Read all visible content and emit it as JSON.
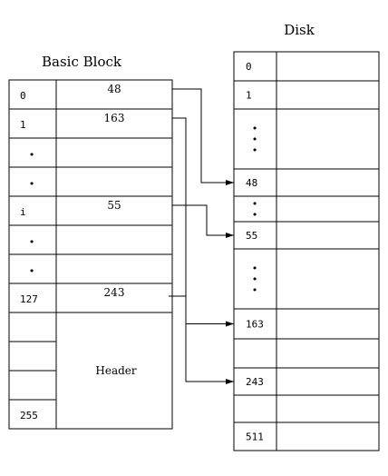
{
  "titles": {
    "basic_block": "Basic Block",
    "disk": "Disk"
  },
  "basic_block": {
    "rows": [
      {
        "index": "0",
        "value": "48"
      },
      {
        "index": "1",
        "value": "163"
      },
      {
        "index": "•",
        "value": ""
      },
      {
        "index": "•",
        "value": ""
      },
      {
        "index": "i",
        "value": "55"
      },
      {
        "index": "•",
        "value": ""
      },
      {
        "index": "•",
        "value": ""
      },
      {
        "index": "127",
        "value": "243"
      },
      {
        "index": "",
        "value": ""
      },
      {
        "index": "",
        "value": ""
      },
      {
        "index": "",
        "value": ""
      },
      {
        "index": "255",
        "value": ""
      }
    ],
    "header_label": "Header"
  },
  "disk": {
    "rows": [
      {
        "label": "0"
      },
      {
        "label": "1"
      },
      {
        "label": "•\n•\n•"
      },
      {
        "label": "48"
      },
      {
        "label": "•\n•"
      },
      {
        "label": "55"
      },
      {
        "label": "•\n•\n•"
      },
      {
        "label": "163"
      },
      {
        "label": ""
      },
      {
        "label": "243"
      },
      {
        "label": ""
      },
      {
        "label": "511"
      }
    ]
  },
  "pointers": [
    {
      "from_row": 0,
      "to_row": 3
    },
    {
      "from_row": 1,
      "to_row": 7
    },
    {
      "from_row": 4,
      "to_row": 5
    },
    {
      "from_row": 7,
      "to_row": 9
    }
  ]
}
